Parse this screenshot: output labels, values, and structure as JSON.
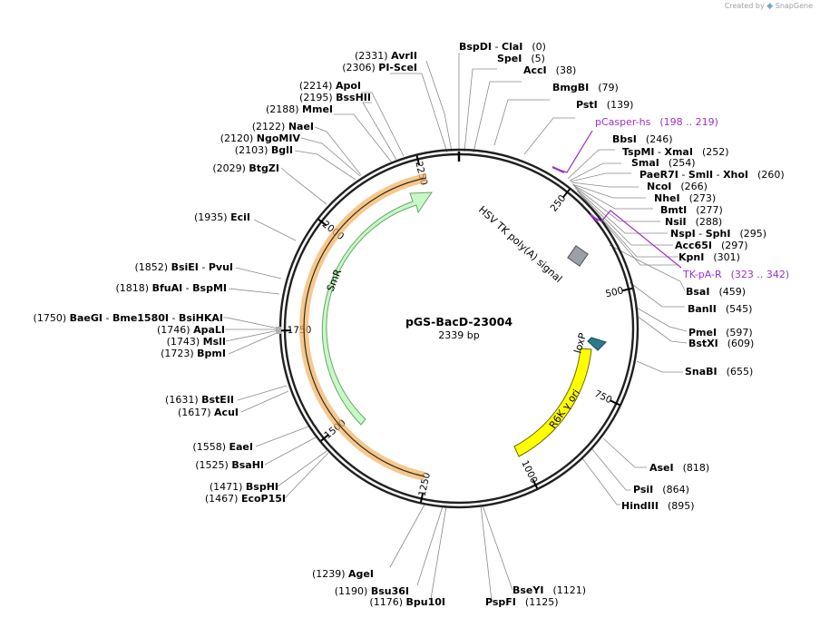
{
  "credit": {
    "prefix": "Created by",
    "brand": "SnapGene"
  },
  "plasmid": {
    "name": "pGS-BacD-23004",
    "length_label": "2339 bp",
    "length": 2339
  },
  "colors": {
    "backbone": "#202020",
    "primer": "#9b30c8",
    "smr_fill": "#c8f7c8",
    "smr_stroke": "#6aa86a",
    "ori_fill": "#ffff00",
    "orf_highlight": "#f0a030",
    "polyA": "#9aa0a6",
    "loxp": "#2a7a8c"
  },
  "ticks": [
    {
      "pos": 250,
      "label": "250"
    },
    {
      "pos": 500,
      "label": "500"
    },
    {
      "pos": 750,
      "label": "750"
    },
    {
      "pos": 1000,
      "label": "1000"
    },
    {
      "pos": 1250,
      "label": "1250"
    },
    {
      "pos": 1500,
      "label": "1500"
    },
    {
      "pos": 1750,
      "label": "1750"
    },
    {
      "pos": 2000,
      "label": "2000"
    },
    {
      "pos": 2250,
      "label": "2250"
    }
  ],
  "features": [
    {
      "id": "smr",
      "label": "SmR",
      "type": "orf"
    },
    {
      "id": "r6k",
      "label": "R6K γ ori",
      "type": "ori"
    },
    {
      "id": "polyA",
      "label": "HSV TK poly(A) signal",
      "type": "terminator"
    },
    {
      "id": "loxp",
      "label": "loxP",
      "type": "protein_bind"
    }
  ],
  "primers": [
    {
      "name": "pCasper-hs",
      "range": "(198 .. 219)"
    },
    {
      "name": "TK-pA-R",
      "range": "(323 .. 342)"
    }
  ],
  "right_labels": [
    {
      "parts": [
        "BspDI",
        " - ",
        "ClaI"
      ],
      "pos": "(0)"
    },
    {
      "parts": [
        "SpeI"
      ],
      "pos": "(5)"
    },
    {
      "parts": [
        "AccI"
      ],
      "pos": "(38)"
    },
    {
      "parts": [
        "BmgBI"
      ],
      "pos": "(79)"
    },
    {
      "parts": [
        "PstI"
      ],
      "pos": "(139)"
    },
    {
      "parts": [
        "BbsI"
      ],
      "pos": "(246)"
    },
    {
      "parts": [
        "TspMI",
        " - ",
        "XmaI"
      ],
      "pos": "(252)"
    },
    {
      "parts": [
        "SmaI"
      ],
      "pos": "(254)"
    },
    {
      "parts": [
        "PaeR7I",
        " - ",
        "SmlI",
        " - ",
        "XhoI"
      ],
      "pos": "(260)"
    },
    {
      "parts": [
        "NcoI"
      ],
      "pos": "(266)"
    },
    {
      "parts": [
        "NheI"
      ],
      "pos": "(273)"
    },
    {
      "parts": [
        "BmtI"
      ],
      "pos": "(277)"
    },
    {
      "parts": [
        "NsiI"
      ],
      "pos": "(288)"
    },
    {
      "parts": [
        "NspI",
        " - ",
        "SphI"
      ],
      "pos": "(295)"
    },
    {
      "parts": [
        "Acc65I"
      ],
      "pos": "(297)"
    },
    {
      "parts": [
        "KpnI"
      ],
      "pos": "(301)"
    },
    {
      "parts": [
        "BsaI"
      ],
      "pos": "(459)"
    },
    {
      "parts": [
        "BanII"
      ],
      "pos": "(545)"
    },
    {
      "parts": [
        "PmeI"
      ],
      "pos": "(597)"
    },
    {
      "parts": [
        "BstXI"
      ],
      "pos": "(609)"
    },
    {
      "parts": [
        "SnaBI"
      ],
      "pos": "(655)"
    },
    {
      "parts": [
        "AseI"
      ],
      "pos": "(818)"
    },
    {
      "parts": [
        "PsiI"
      ],
      "pos": "(864)"
    },
    {
      "parts": [
        "HindIII"
      ],
      "pos": "(895)"
    },
    {
      "parts": [
        "BseYI"
      ],
      "pos": "(1121)"
    },
    {
      "parts": [
        "PspFI"
      ],
      "pos": "(1125)"
    }
  ],
  "left_labels": [
    {
      "pos": "(2331)",
      "parts": [
        "AvrII"
      ]
    },
    {
      "pos": "(2306)",
      "parts": [
        "PI-SceI"
      ]
    },
    {
      "pos": "(2214)",
      "parts": [
        "ApoI"
      ]
    },
    {
      "pos": "(2195)",
      "parts": [
        "BssHII"
      ]
    },
    {
      "pos": "(2188)",
      "parts": [
        "MmeI"
      ]
    },
    {
      "pos": "(2122)",
      "parts": [
        "NaeI"
      ]
    },
    {
      "pos": "(2120)",
      "parts": [
        "NgoMIV"
      ]
    },
    {
      "pos": "(2103)",
      "parts": [
        "BglI"
      ]
    },
    {
      "pos": "(2029)",
      "parts": [
        "BtgZI"
      ]
    },
    {
      "pos": "(1935)",
      "parts": [
        "EciI"
      ]
    },
    {
      "pos": "(1852)",
      "parts": [
        "BsiEI",
        "  - ",
        "PvuI"
      ]
    },
    {
      "pos": "(1818)",
      "parts": [
        "BfuAI",
        "  - ",
        "BspMI"
      ]
    },
    {
      "pos": "(1750)",
      "parts": [
        "BaeGI",
        "  - ",
        "Bme1580I",
        "  - ",
        "BsiHKAI"
      ]
    },
    {
      "pos": "(1746)",
      "parts": [
        "ApaLI"
      ]
    },
    {
      "pos": "(1743)",
      "parts": [
        "MslI"
      ]
    },
    {
      "pos": "(1723)",
      "parts": [
        "BpmI"
      ]
    },
    {
      "pos": "(1631)",
      "parts": [
        "BstEII"
      ]
    },
    {
      "pos": "(1617)",
      "parts": [
        "AcuI"
      ]
    },
    {
      "pos": "(1558)",
      "parts": [
        "EaeI"
      ]
    },
    {
      "pos": "(1525)",
      "parts": [
        "BsaHI"
      ]
    },
    {
      "pos": "(1471)",
      "parts": [
        "BspHI"
      ]
    },
    {
      "pos": "(1467)",
      "parts": [
        "EcoP15I"
      ]
    },
    {
      "pos": "(1239)",
      "parts": [
        "AgeI"
      ]
    },
    {
      "pos": "(1190)",
      "parts": [
        "Bsu36I"
      ]
    },
    {
      "pos": "(1176)",
      "parts": [
        "Bpu10I"
      ]
    }
  ]
}
